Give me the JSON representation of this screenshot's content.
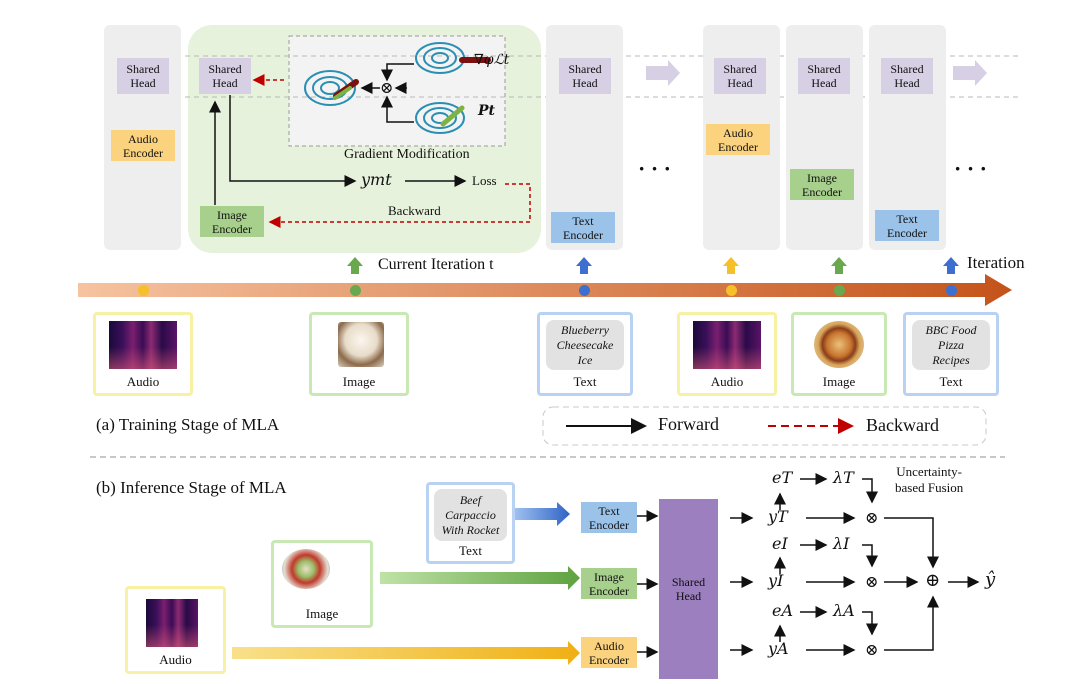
{
  "colors": {
    "audio": "#f5c02a",
    "image": "#6aa84f",
    "text": "#3d6fd0",
    "backward": "#c00000",
    "timeline_start": "#f3b488",
    "timeline_end": "#c8581c",
    "shared_head": "#d7cfe4",
    "inference_head": "#9b7fbf"
  },
  "training": {
    "shared_head_label": "Shared\nHead",
    "audio_encoder_label": "Audio\nEncoder",
    "image_encoder_label": "Image\nEncoder",
    "text_encoder_label": "Text\nEncoder",
    "gradient_modification_label": "Gradient Modification",
    "grad_label": "∇φℒt",
    "pt_label": "Pt",
    "ym_label": "ymt",
    "loss_label": "Loss",
    "backward_label": "Backward",
    "current_iteration_label": "Current Iteration t",
    "iteration_label": "Iteration",
    "ellipsis": "· · ·",
    "modality_captions": {
      "audio": "Audio",
      "image": "Image",
      "text": "Text"
    },
    "text_sample_1": "Blueberry\nCheesecake\nIce",
    "text_sample_2": "BBC Food\nPizza\nRecipes",
    "stage_title": "(a) Training Stage of MLA",
    "legend": {
      "forward": "Forward",
      "backward": "Backward"
    },
    "timeline_dots": [
      "audio",
      "image",
      "text",
      "audio",
      "image",
      "text"
    ]
  },
  "inference": {
    "stage_title": "(b) Inference Stage of MLA",
    "text_sample": "Beef\nCarpaccio\nWith Rocket",
    "captions": {
      "text": "Text",
      "image": "Image",
      "audio": "Audio"
    },
    "text_encoder_label": "Text\nEncoder",
    "image_encoder_label": "Image\nEncoder",
    "audio_encoder_label": "Audio\nEncoder",
    "shared_head_label": "Shared\nHead",
    "fusion_label": "Uncertainty-\nbased Fusion",
    "eT": "eT",
    "lT": "λT",
    "yT": "yT",
    "eI": "eI",
    "lI": "λI",
    "yI": "yI",
    "eA": "eA",
    "lA": "λA",
    "yA": "yA",
    "otimes": "⊗",
    "oplus": "⊕",
    "yhat": "ŷ"
  }
}
